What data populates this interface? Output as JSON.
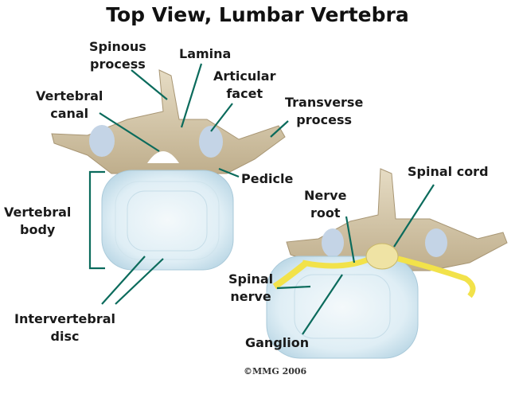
{
  "title": "Top View, Lumbar Vertebra",
  "labels": {
    "spinous_process": [
      "Spinous",
      "process"
    ],
    "lamina": "Lamina",
    "articular_facet": [
      "Articular",
      "facet"
    ],
    "vertebral_canal": [
      "Vertebral",
      "canal"
    ],
    "transverse_process": [
      "Transverse",
      "process"
    ],
    "pedicle": "Pedicle",
    "vertebral_body": [
      "Vertebral",
      "body"
    ],
    "intervertebral_disc": [
      "Intervertebral",
      "disc"
    ],
    "spinal_cord": "Spinal cord",
    "nerve_root": [
      "Nerve",
      "root"
    ],
    "spinal_nerve": [
      "Spinal",
      "nerve"
    ],
    "ganglion": "Ganglion"
  },
  "copyright": "©MMG 2006",
  "colors": {
    "leader": "#0b6b5c",
    "bone": "#d9ccb0",
    "disc": "#e6f1f7",
    "nerve": "#f2e24a"
  }
}
